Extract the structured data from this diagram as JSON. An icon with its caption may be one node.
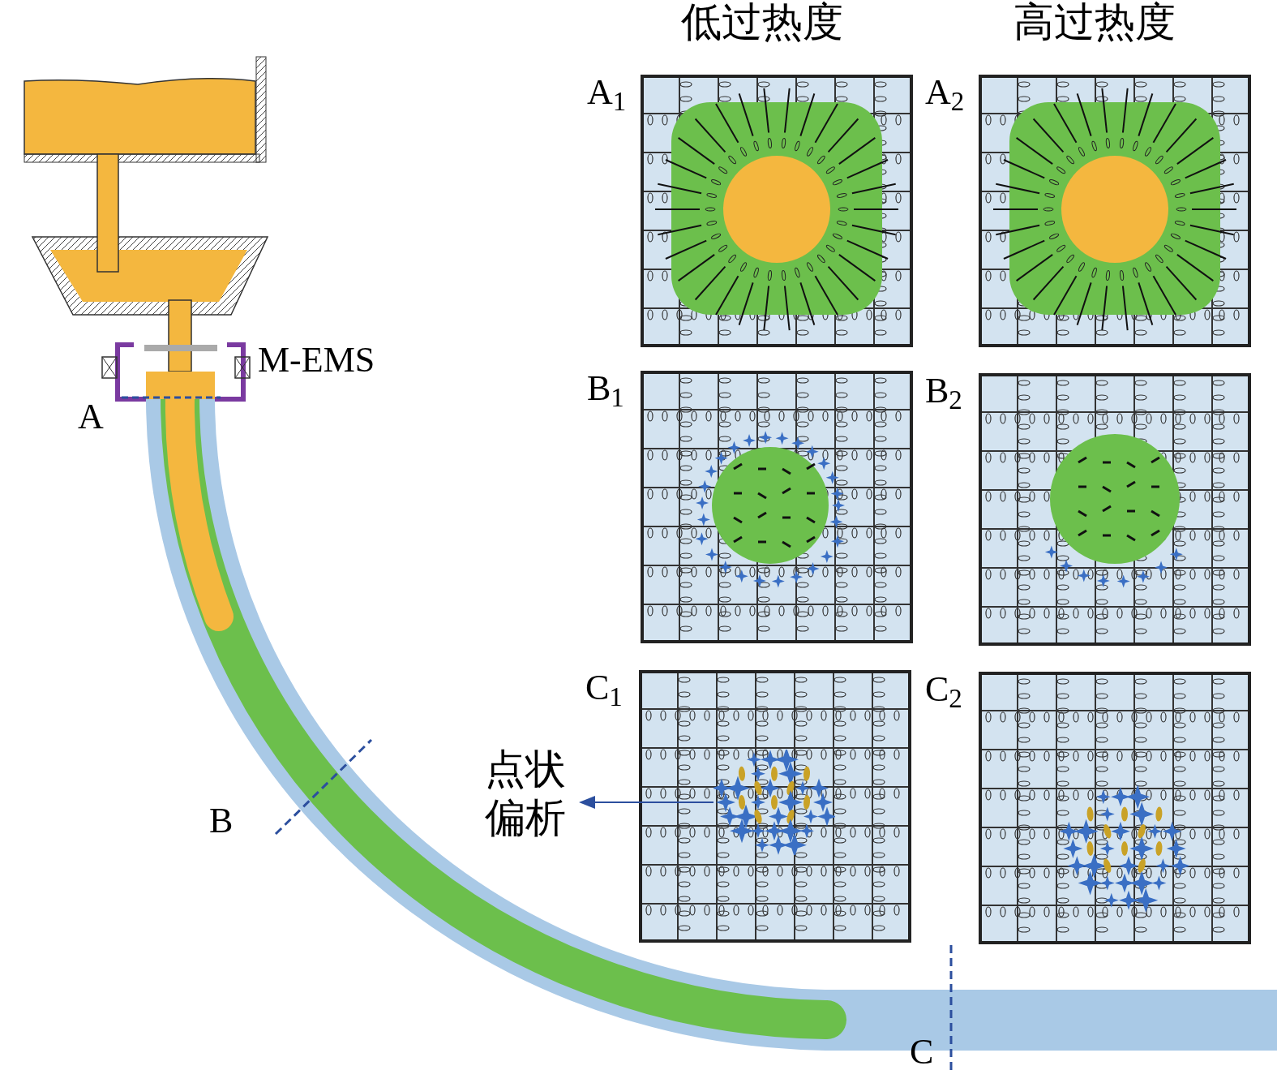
{
  "diagram": {
    "nodes": [
      {
        "text": [
          "A$_{1}$"
        ]
      },
      {
        "text": [
          "A$_{2}$"
        ]
      },
      {
        "text": [
          "B$_{1}$"
        ]
      },
      {
        "text": [
          "B$_{2}$"
        ]
      },
      {
        "text": [
          "C$_{1}$"
        ]
      },
      {
        "text": [
          "C$_{2}$"
        ]
      },
      {
        "text": [
          "点状偏析"
        ]
      },
      {
        "text": [],
        "shape": "picture",
        "in": 4
      }
    ],
    "edges": [
      {
        "from": 7,
        "to": 6,
        "arrow": "to"
      }
    ],
    "labels": [
      "低过热度",
      "高过热度",
      "M-EMS",
      "A",
      "B",
      "C"
    ]
  }
}
